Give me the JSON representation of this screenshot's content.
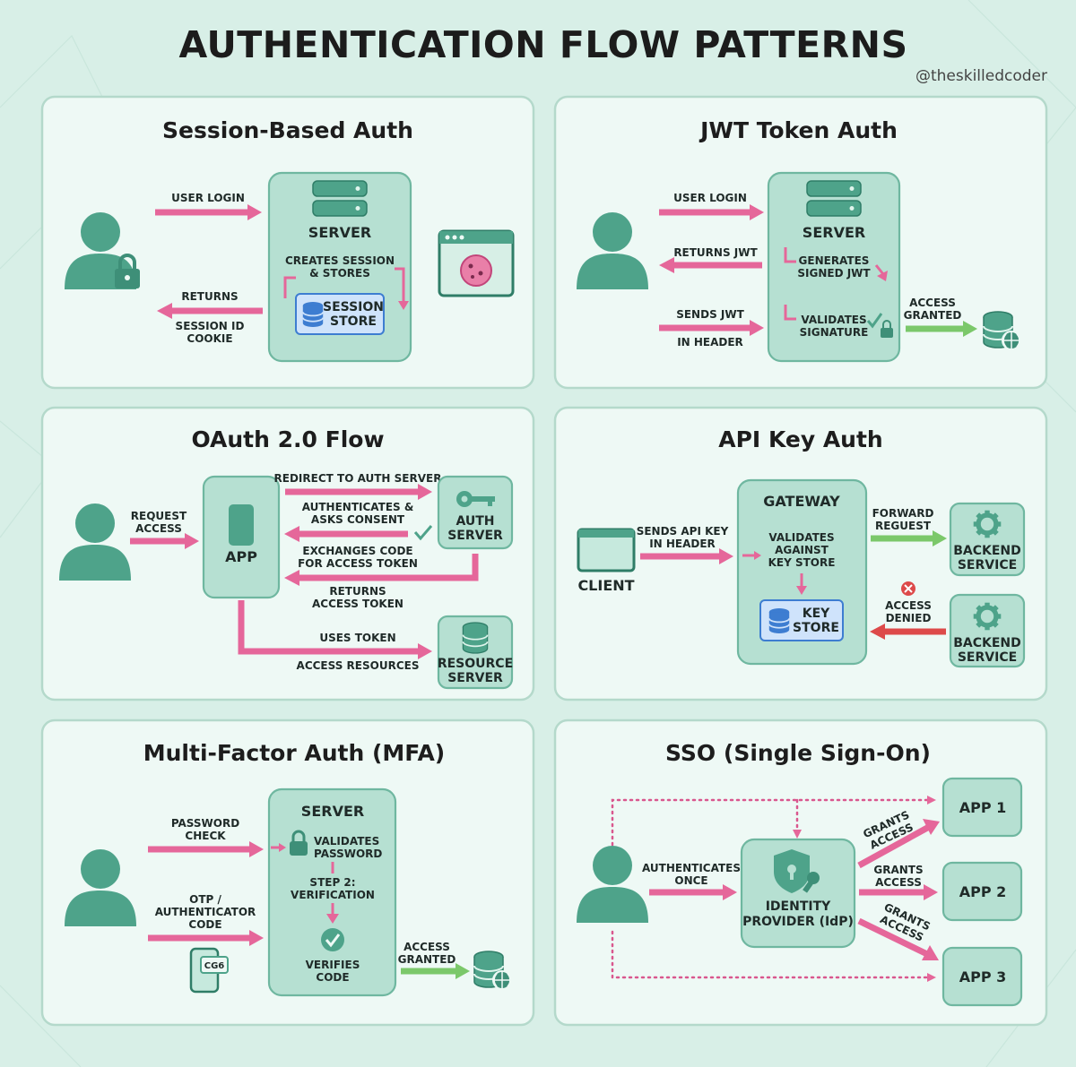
{
  "title": "AUTHENTICATION FLOW PATTERNS",
  "handle": "@theskilledcoder",
  "session": {
    "title": "Session-Based Auth",
    "user_login": "USER LOGIN",
    "server": "SERVER",
    "creates_1": "CREATES SESSION",
    "creates_2": "& STORES",
    "store_1": "SESSION",
    "store_2": "STORE",
    "returns": "RETURNS",
    "cookie_1": "SESSION ID",
    "cookie_2": "COOKIE"
  },
  "jwt": {
    "title": "JWT Token Auth",
    "user_login": "USER LOGIN",
    "returns_jwt": "RETURNS JWT",
    "sends_jwt": "SENDS JWT",
    "in_header": "IN HEADER",
    "server": "SERVER",
    "gen_1": "GENERATES",
    "gen_2": "SIGNED JWT",
    "val_1": "VALIDATES",
    "val_2": "SIGNATURE",
    "access_1": "ACCESS",
    "access_2": "GRANTED"
  },
  "oauth": {
    "title": "OAuth 2.0 Flow",
    "request_1": "REQUEST",
    "request_2": "ACCESS",
    "app": "APP",
    "redirect": "REDIRECT TO AUTH SERVER",
    "auth_1": "AUTHENTICATES &",
    "auth_2": "ASKS CONSENT",
    "exch_1": "EXCHANGES CODE",
    "exch_2": "FOR ACCESS TOKEN",
    "ret_1": "RETURNS",
    "ret_2": "ACCESS TOKEN",
    "uses_token": "USES TOKEN",
    "access_res": "ACCESS RESOURCES",
    "auth_server_1": "AUTH",
    "auth_server_2": "SERVER",
    "res_server_1": "RESOURCE",
    "res_server_2": "SERVER"
  },
  "apikey": {
    "title": "API Key Auth",
    "client": "CLIENT",
    "sends_1": "SENDS API KEY",
    "sends_2": "IN HEADER",
    "gateway": "GATEWAY",
    "val_1": "VALIDATES",
    "val_2": "AGAINST",
    "val_3": "KEY STORE",
    "key_1": "KEY",
    "key_2": "STORE",
    "fwd_1": "FORWARD",
    "fwd_2": "REGUEST",
    "denied_1": "ACCESS",
    "denied_2": "DENIED",
    "backend_1": "BACKEND",
    "backend_2": "SERVICE"
  },
  "mfa": {
    "title": "Multi-Factor Auth (MFA)",
    "pw_1": "PASSWORD",
    "pw_2": "CHECK",
    "otp_1": "OTP /",
    "otp_2": "AUTHENTICATOR",
    "otp_3": "CODE",
    "phone_code": "CG6",
    "server": "SERVER",
    "valpw_1": "VALIDATES",
    "valpw_2": "PASSWORD",
    "step_1": "STEP 2:",
    "step_2": "VERIFICATION",
    "ver_1": "VERIFIES",
    "ver_2": "CODE",
    "access_1": "ACCESS",
    "access_2": "GRANTED"
  },
  "sso": {
    "title": "SSO (Single Sign-On)",
    "auth_1": "AUTHENTICATES",
    "auth_2": "ONCE",
    "idp_1": "IDENTITY",
    "idp_2": "PROVIDER (IdP)",
    "grants_1a": "GRANTS",
    "grants_1b": "ACCESS",
    "grants_2a": "GRANTS",
    "grants_2b": "ACCESS",
    "grants_3a": "GRANTS",
    "grants_3b": "ACCESS",
    "app1": "APP 1",
    "app2": "APP 2",
    "app3": "APP 3"
  }
}
